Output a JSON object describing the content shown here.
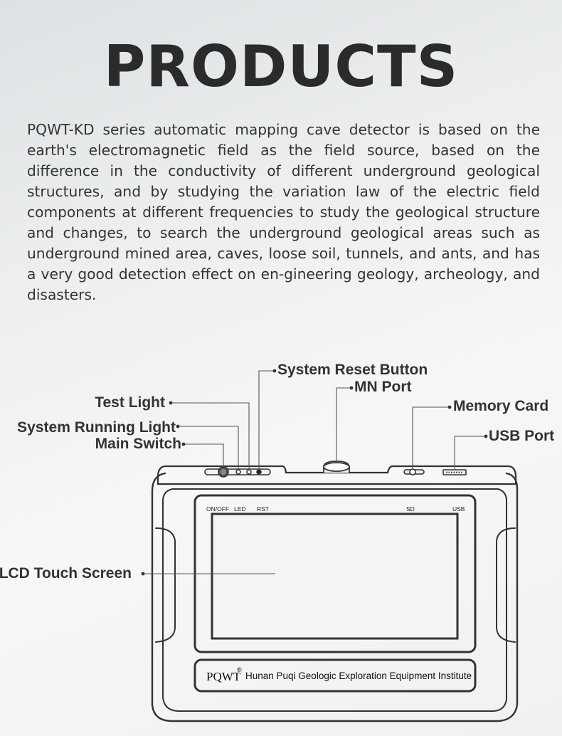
{
  "title": "PRODUCTS",
  "description": "PQWT-KD series automatic mapping cave detector is based on the earth's electromagnetic field as the field source, based on the difference in the conductivity of different underground geological structures, and by studying the variation law of the electric field components at different frequencies to study the geological structure and changes, to search the underground geological areas such as underground mined area, caves, loose soil, tunnels, and ants, and has a very good detection effect on en-gineering geology, archeology, and disasters.",
  "callouts": {
    "system_reset_button": "System Reset Button",
    "mn_port": "MN Port",
    "test_light": "Test Light",
    "memory_card": "Memory Card",
    "usb_port": "USB Port",
    "system_running_light": "System Running Light",
    "main_switch": "Main Switch",
    "lcd_touch_screen": "LCD Touch Screen"
  },
  "device": {
    "panel_labels": {
      "on_off": "ON/OFF",
      "led": "LED",
      "rst": "RST",
      "sd": "SD",
      "usb": "USB"
    },
    "brand": "PQWT",
    "registered_mark": "®",
    "manufacturer": "Hunan Puqi Geologic Exploration Equipment Institute"
  }
}
